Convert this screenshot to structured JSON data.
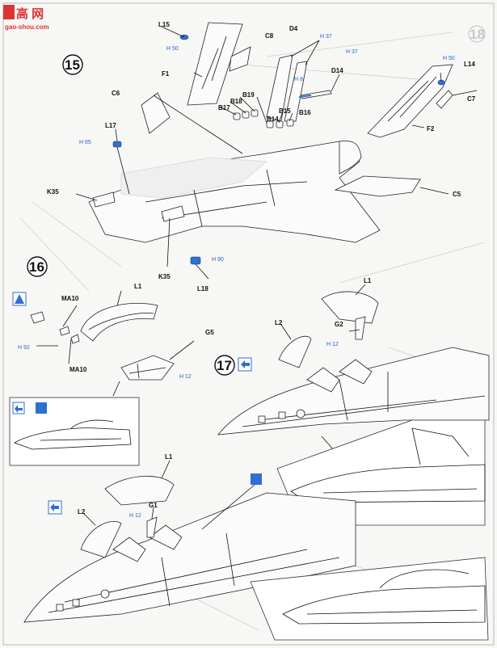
{
  "watermark": {
    "cn": "高 网",
    "url": "gao-shou.com"
  },
  "step15": {
    "number": "15",
    "labels": {
      "L15": "L15",
      "C8": "C8",
      "D4": "D4",
      "F1": "F1",
      "C6": "C6",
      "B19": "B19",
      "B18": "B18",
      "B17": "B17",
      "B15": "B15",
      "B14": "B14",
      "B16": "B16",
      "L17": "L17",
      "K35a": "K35",
      "K35b": "K35",
      "L18": "L18",
      "D14": "D14",
      "L14": "L14",
      "C7": "C7",
      "F2": "F2",
      "C5": "C5"
    },
    "codes": {
      "h_l15": "H 50",
      "h_d4a": "H 37",
      "h_d4b": "H 8",
      "h_d14": "H 37",
      "h_l14": "H 50",
      "h_l17": "H 65",
      "h_l18": "H 90"
    }
  },
  "step16": {
    "number": "16",
    "labels": {
      "MA10a": "MA10",
      "MA10b": "MA10",
      "L1": "L1",
      "G5": "G5"
    },
    "codes": {
      "h_ma10": "H 92",
      "h_g5": "H 12"
    }
  },
  "step17": {
    "number": "17",
    "labels": {
      "L1": "L1",
      "L2": "L2",
      "G2": "G2"
    },
    "codes": {
      "h_g2": "H 12"
    }
  },
  "bottom": {
    "labels": {
      "L1": "L1",
      "L2": "L2",
      "G1": "G1"
    },
    "codes": {
      "h_g1": "H 12"
    }
  },
  "ghost": {
    "step18": "18"
  },
  "colors": {
    "accent": "#2f6fd1",
    "ink": "#111111"
  }
}
